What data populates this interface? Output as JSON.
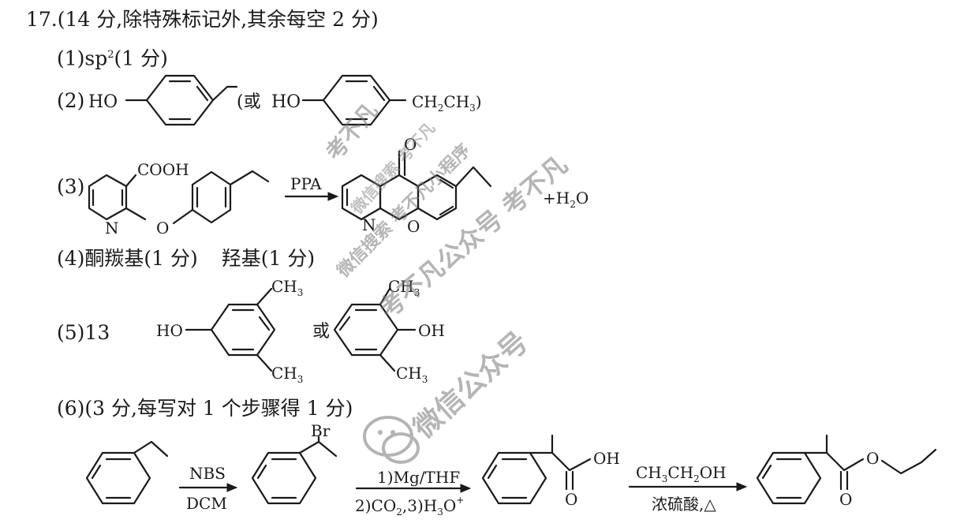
{
  "header": {
    "number": "17.",
    "note": "(14 分,除特殊标记外,其余每空 2 分)"
  },
  "answers": {
    "a1": {
      "label": "(1)",
      "prefix": "sp",
      "sup": "2",
      "suffix": "(1 分)"
    },
    "a2": {
      "label": "(2)",
      "ho1": "HO",
      "or_open": "(或",
      "ho2": "HO",
      "ch2": "CH",
      "ch2_sub": "2",
      "ch3": "CH",
      "ch3_sub": "3",
      "close": ")"
    },
    "a3": {
      "label": "(3)",
      "cooh": "COOH",
      "n": "N",
      "o_link": "O",
      "reagent": "PPA",
      "o_keto": "O",
      "n2": "N",
      "o_ring": "O",
      "plus": "+H",
      "h2o_sub": "2",
      "h2o_o": "O"
    },
    "a4": {
      "label": "(4)",
      "text1": "酮羰基(1 分)",
      "text2": "羟基(1 分)"
    },
    "a5": {
      "label": "(5)13",
      "ho": "HO",
      "ch3_a": "CH",
      "ch3_a_sub": "3",
      "ch3_b": "CH",
      "ch3_b_sub": "3",
      "or": "或",
      "ch3_c": "CH",
      "ch3_c_sub": "3",
      "oh": "OH",
      "ch3_d": "CH",
      "ch3_d_sub": "3"
    },
    "a6": {
      "label": "(6)(3 分,每写对 1 个步骤得 1 分)",
      "br": "Br",
      "step1_top": "NBS",
      "step1_bottom": "DCM",
      "step2_top": "1)Mg/THF",
      "step2_bottom_a": "2)CO",
      "step2_bottom_sub": "2",
      "step2_bottom_b": ",3)H",
      "step2_bottom_sub2": "3",
      "step2_bottom_c": "O",
      "step2_bottom_sup": "+",
      "oh": "OH",
      "o_acid": "O",
      "step3_top_a": "CH",
      "step3_top_sub1": "3",
      "step3_top_b": "CH",
      "step3_top_sub2": "2",
      "step3_top_c": "OH",
      "step3_bottom": "浓硫酸,△",
      "o_ester": "O",
      "o_carbonyl": "O"
    }
  },
  "watermarks": {
    "w1": "考不凡",
    "w2": "微信搜索 考不凡",
    "w3": "微信搜索 考不凡小程序",
    "w4": "考不凡公众号 考不凡",
    "w5": "微信公众号"
  }
}
